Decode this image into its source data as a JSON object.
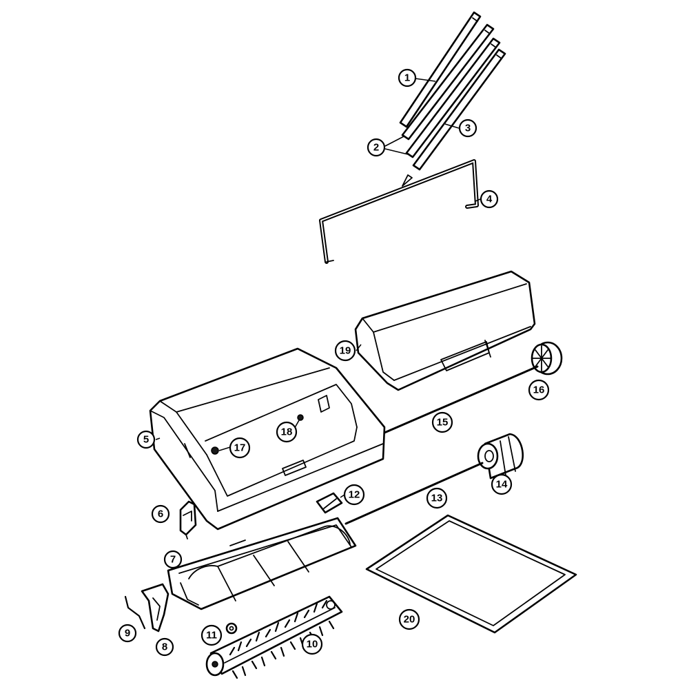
{
  "diagram": {
    "type": "exploded-parts-diagram",
    "callouts": [
      {
        "id": "callout-1",
        "label": "1"
      },
      {
        "id": "callout-2",
        "label": "2"
      },
      {
        "id": "callout-3",
        "label": "3"
      },
      {
        "id": "callout-4",
        "label": "4"
      },
      {
        "id": "callout-5",
        "label": "5"
      },
      {
        "id": "callout-6",
        "label": "6"
      },
      {
        "id": "callout-7",
        "label": "7"
      },
      {
        "id": "callout-8",
        "label": "8"
      },
      {
        "id": "callout-9",
        "label": "9"
      },
      {
        "id": "callout-10",
        "label": "10"
      },
      {
        "id": "callout-11",
        "label": "11"
      },
      {
        "id": "callout-12",
        "label": "12"
      },
      {
        "id": "callout-13",
        "label": "13"
      },
      {
        "id": "callout-14",
        "label": "14"
      },
      {
        "id": "callout-15",
        "label": "15"
      },
      {
        "id": "callout-16",
        "label": "16"
      },
      {
        "id": "callout-17",
        "label": "17"
      },
      {
        "id": "callout-18",
        "label": "18"
      },
      {
        "id": "callout-19",
        "label": "19"
      },
      {
        "id": "callout-20",
        "label": "20"
      }
    ]
  }
}
